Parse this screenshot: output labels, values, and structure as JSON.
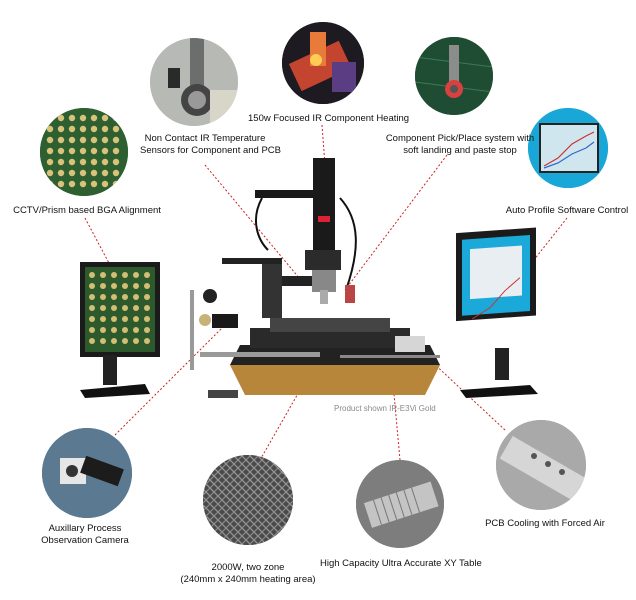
{
  "callouts": {
    "ir_sensors": {
      "line1": "Non Contact IR Temperature",
      "line2": "Sensors for Component and PCB"
    },
    "ir_heating": {
      "line1": "150w Focused IR Component Heating"
    },
    "pick_place": {
      "line1": "Component Pick/Place system with",
      "line2": "soft landing and paste stop"
    },
    "bga_alignment": {
      "line1": "CCTV/Prism based BGA Alignment"
    },
    "auto_profile": {
      "line1": "Auto Profile Software Control"
    },
    "camera": {
      "line1": "Auxillary Process",
      "line2": "Observation Camera"
    },
    "heater": {
      "line1": "2000W, two zone",
      "line2": "(240mm x 240mm heating area)"
    },
    "xy_table": {
      "line1": "High Capacity Ultra Accurate XY Table"
    },
    "pcb_cooling": {
      "line1": "PCB Cooling with Forced Air"
    }
  },
  "product_caption": "Product shown IR-E3Vi Gold",
  "colors": {
    "leader_line": "#cc2222",
    "machine_gold": "#b8863b",
    "machine_black": "#1c1c1c",
    "screen_cyan": "#16a6d6"
  }
}
